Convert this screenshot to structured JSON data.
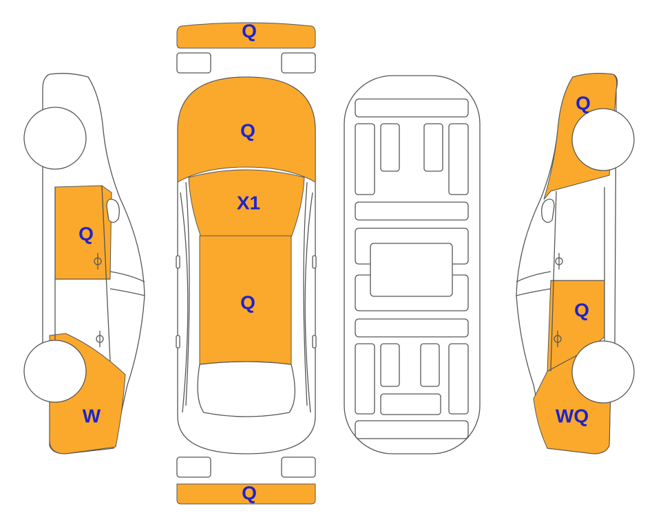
{
  "colors": {
    "damage": "#FBA92C",
    "label": "#1F24C8",
    "outline": "#555555",
    "background": "#FFFFFF"
  },
  "labels": {
    "front_bumper": "Q",
    "rear_bumper": "Q",
    "hood": "Q",
    "windshield": "X1",
    "roof": "Q",
    "left_front_door": "Q",
    "left_rear_quarter": "W",
    "right_front_fender": "Q",
    "right_rear_door": "Q",
    "right_rear_quarter": "WQ"
  }
}
